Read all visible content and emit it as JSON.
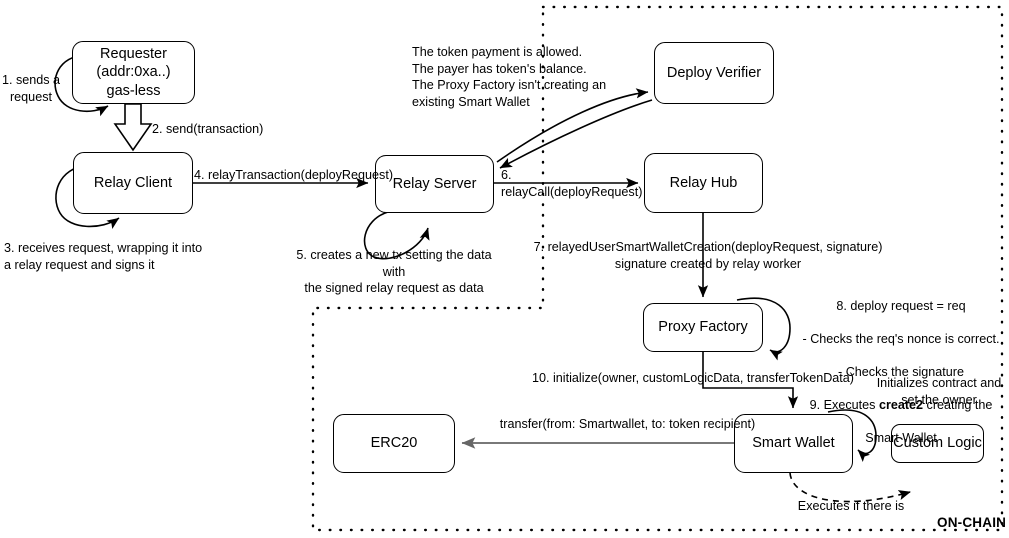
{
  "diagram": {
    "title_tag": "ON-CHAIN",
    "nodes": {
      "requester": "Requester\n(addr:0xa..)\ngas-less",
      "relay_client": "Relay Client",
      "relay_server": "Relay Server",
      "deploy_verifier": "Deploy Verifier",
      "relay_hub": "Relay Hub",
      "proxy_factory": "Proxy Factory",
      "smart_wallet": "Smart Wallet",
      "custom_logic": "Custom Logic",
      "erc20": "ERC20"
    },
    "labels": {
      "step1": "1. sends a\nrequest",
      "step2": "2. send(transaction)",
      "step3": "3. receives request, wrapping it into\na relay request and signs it",
      "step4": "4. relayTransaction(deployRequest)",
      "step5": "5. creates a new tx setting the data with\nthe signed relay request as data",
      "step6": "6. relayCall(deployRequest)",
      "step7": "7. relayedUserSmartWalletCreation(deployRequest, signature)\nsignature created by relay worker",
      "verifier_note": "The token payment is allowed.\nThe payer has token's balance.\nThe Proxy Factory isn't creating an\nexisting Smart Wallet",
      "step8_9_line1": "8. deploy request = req",
      "step8_9_line2": "- Checks the req's nonce is correct.",
      "step8_9_line3": "- Checks the signature",
      "step8_9_line4_a": "9. Executes ",
      "step8_9_line4_b": "create2",
      "step8_9_line4_c": " creating the",
      "step8_9_line5": "Smart Wallet",
      "step10": "10. initialize(owner, customLogicData, transferTokenData)",
      "transfer": "transfer(from: Smartwallet, to: token recipient)",
      "initializes_note": "Initializes contract and\nset the owner",
      "executes_note": "Executes if there is"
    },
    "colors": {
      "stroke": "#000000",
      "background": "#ffffff",
      "gray_arrow": "#666666",
      "boundary": "#000000"
    }
  }
}
